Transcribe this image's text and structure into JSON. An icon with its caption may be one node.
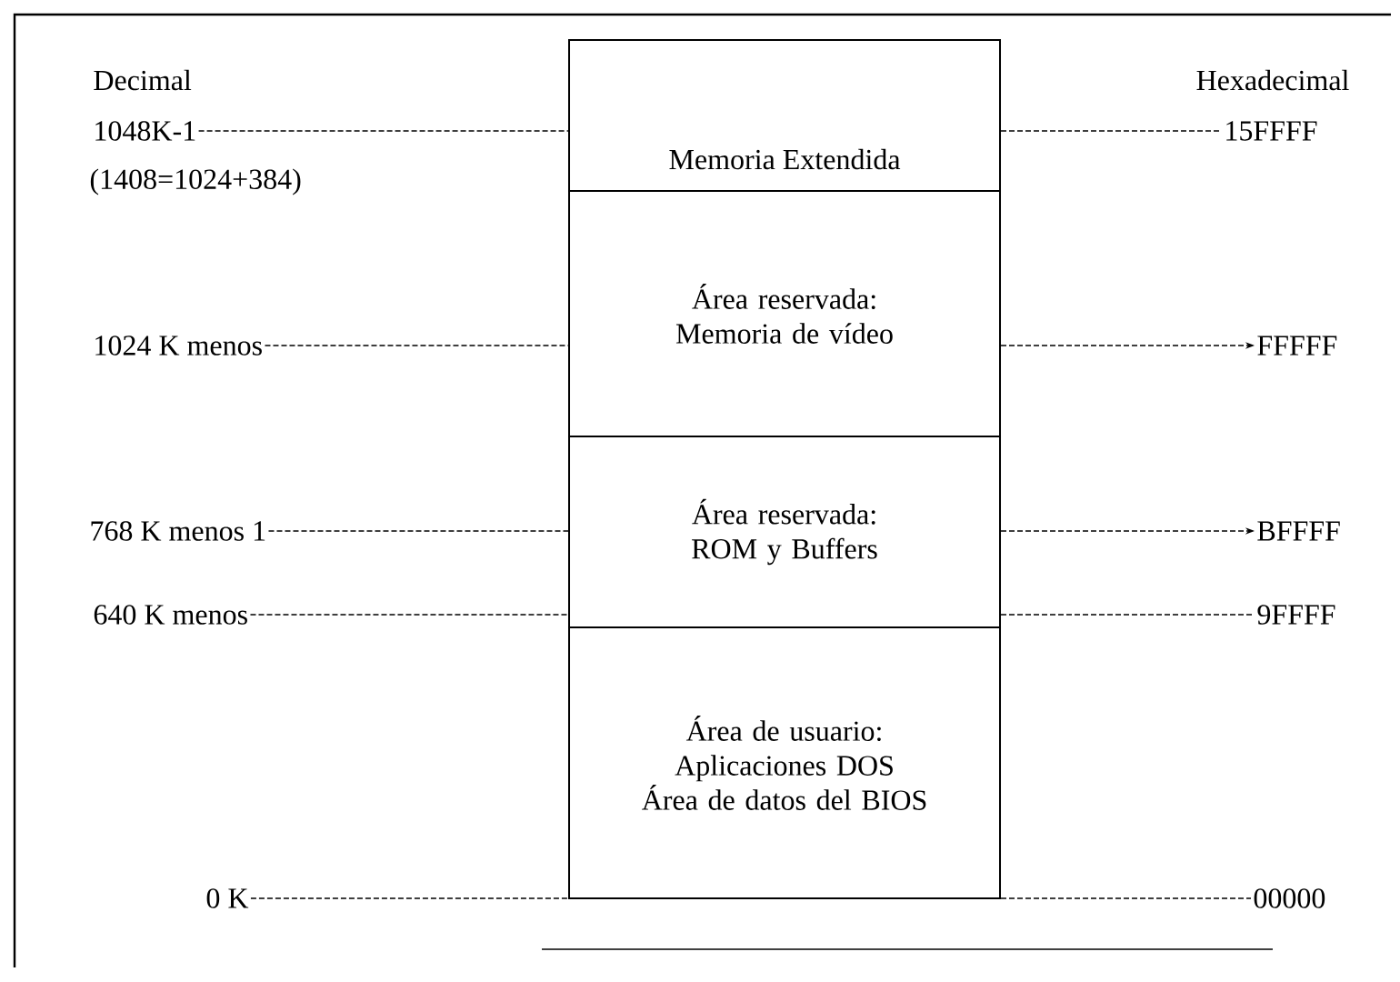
{
  "diagram": {
    "nodes": [
      {
        "text": [
          "Memoria Extendida"
        ]
      },
      {
        "text": [
          "Área reservada:",
          "Memoria de vídeo"
        ]
      },
      {
        "text": [
          "Área reservada:",
          "ROM y Buffers"
        ]
      },
      {
        "text": [
          "Área de usuario:",
          "Aplicaciones DOS",
          "Área de datos del BIOS"
        ]
      },
      {
        "text": [
          "1048K-1"
        ]
      },
      {
        "text": [
          "1024 K menos"
        ]
      },
      {
        "text": [
          "768 K menos 1"
        ]
      },
      {
        "text": [
          "640 K menos"
        ]
      },
      {
        "text": [
          "0 K"
        ]
      },
      {
        "text": [
          "15FFFF"
        ]
      },
      {
        "text": [
          "FFFFF"
        ]
      },
      {
        "text": [
          "BFFFF"
        ]
      },
      {
        "text": [
          "9FFFF"
        ]
      },
      {
        "text": [
          "00000"
        ]
      }
    ],
    "edges": [
      {
        "from": 4,
        "to": 0,
        "arrow": "none",
        "style": "dashed"
      },
      {
        "from": 5,
        "to": 1,
        "arrow": "none",
        "style": "dashed"
      },
      {
        "from": 6,
        "to": 2,
        "arrow": "none",
        "style": "dashed"
      },
      {
        "from": 7,
        "to": 2,
        "arrow": "none",
        "style": "dashed"
      },
      {
        "from": 8,
        "to": 3,
        "arrow": "none",
        "style": "dashed"
      },
      {
        "from": 0,
        "to": 9,
        "arrow": "none",
        "style": "dashed"
      },
      {
        "from": 1,
        "to": 10,
        "arrow": "to",
        "style": "dashed"
      },
      {
        "from": 2,
        "to": 11,
        "arrow": "to",
        "style": "dashed"
      },
      {
        "from": 2,
        "to": 12,
        "arrow": "none",
        "style": "dashed"
      },
      {
        "from": 3,
        "to": 13,
        "arrow": "none",
        "style": "dashed"
      }
    ],
    "labels": [
      "Decimal",
      "Hexadecimal",
      "(1408=1024+384)"
    ]
  }
}
